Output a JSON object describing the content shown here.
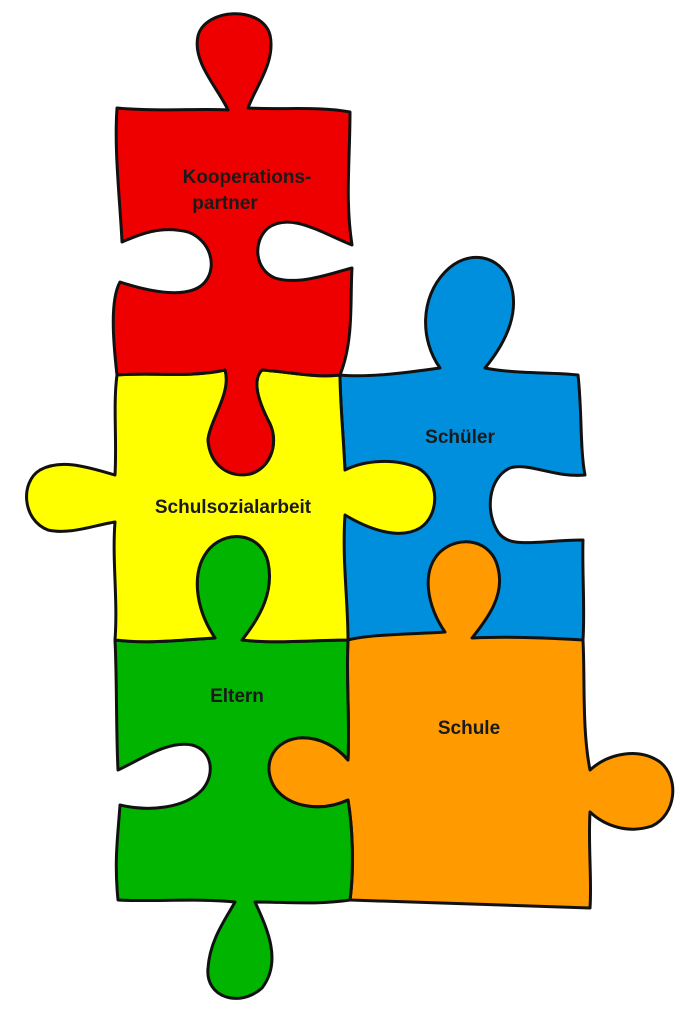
{
  "pieces": {
    "kooperationspartner": {
      "label_line1": "Kooperations-",
      "label_line2": "partner",
      "color": "#ee0000"
    },
    "schueler": {
      "label": "Schüler",
      "color": "#008fdc"
    },
    "schulsozialarbeit": {
      "label": "Schulsozialarbeit",
      "color": "#ffff00"
    },
    "eltern": {
      "label": "Eltern",
      "color": "#00b400"
    },
    "schule": {
      "label": "Schule",
      "color": "#ff9a00"
    }
  },
  "outline_color": "#111111"
}
